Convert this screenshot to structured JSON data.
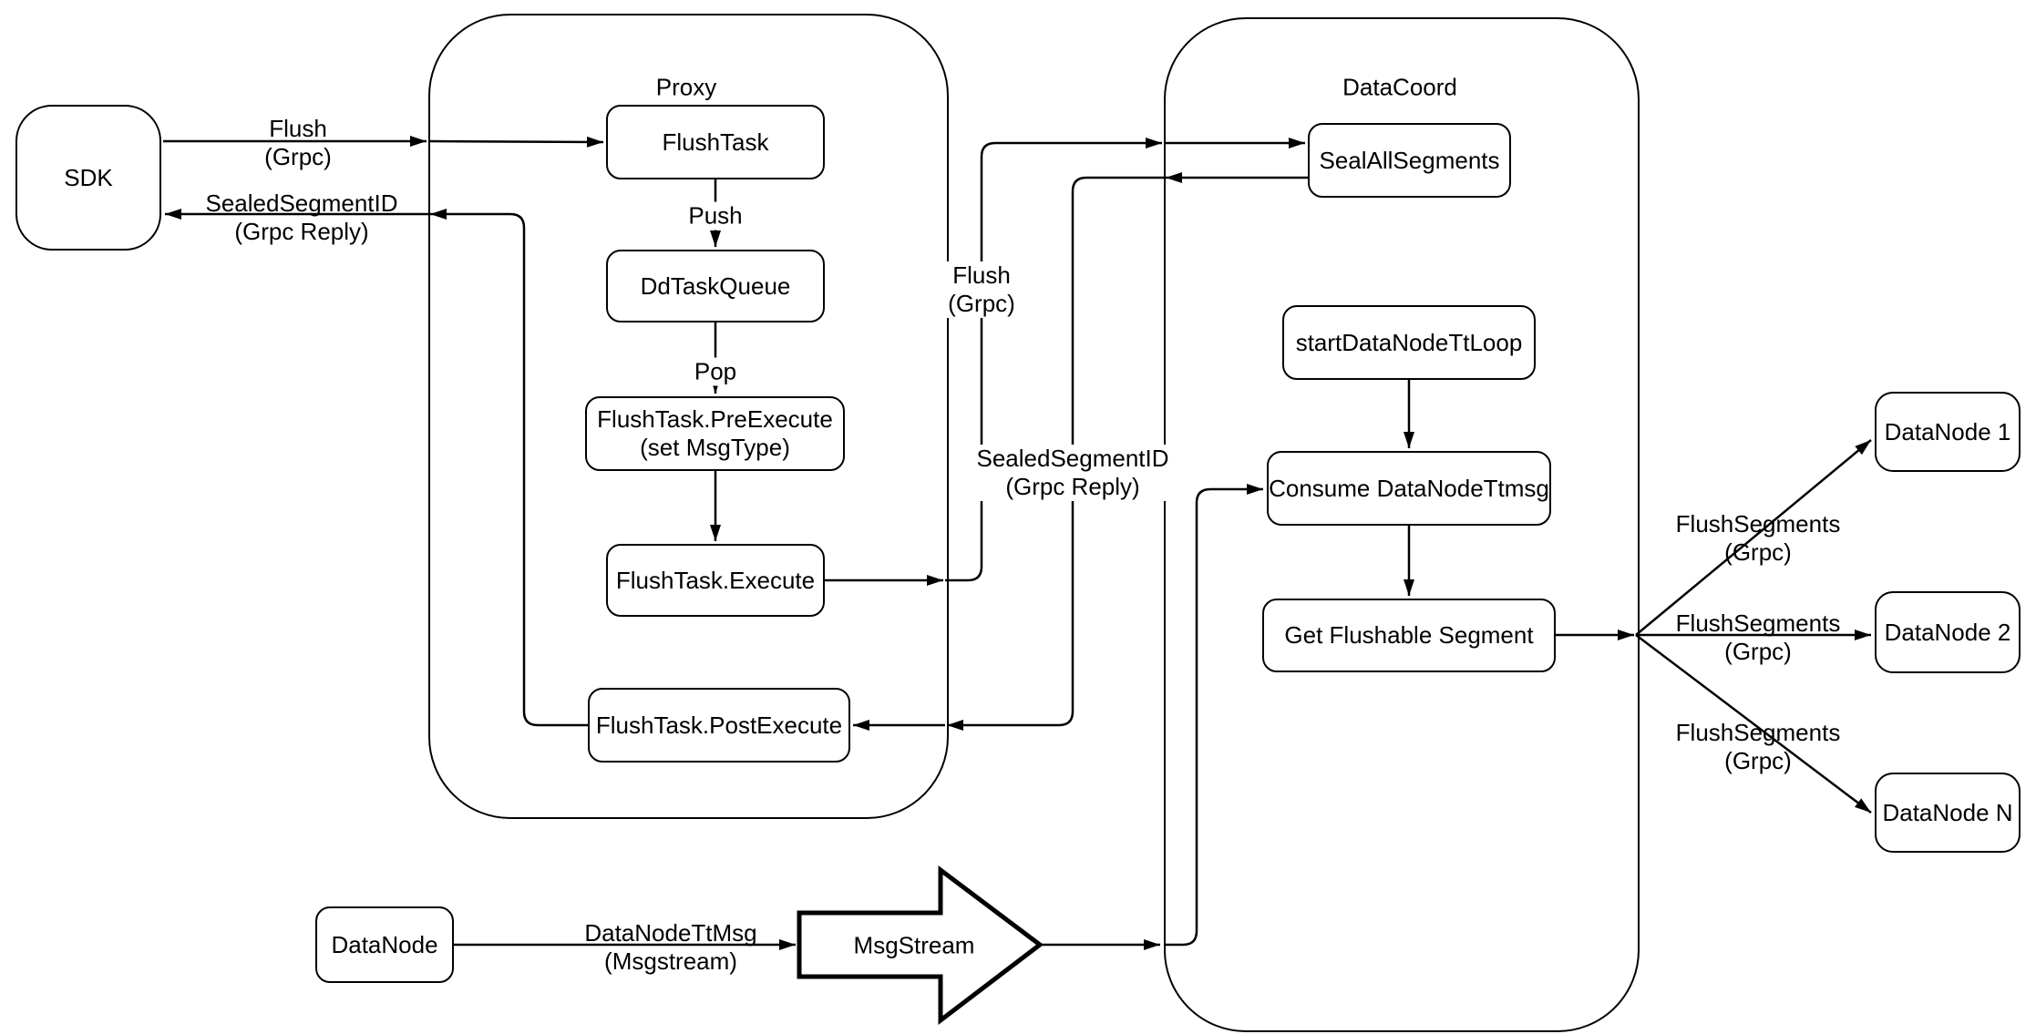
{
  "diagram": {
    "colors": {
      "stroke": "#000000",
      "background": "#ffffff"
    },
    "containers": {
      "proxy": {
        "title": "Proxy"
      },
      "datacoord": {
        "title": "DataCoord"
      }
    },
    "nodes": {
      "sdk": {
        "label": "SDK"
      },
      "flush_task": {
        "label": "FlushTask"
      },
      "dd_task_queue": {
        "label": "DdTaskQueue"
      },
      "pre_execute": {
        "line1": "FlushTask.PreExecute",
        "line2": "(set MsgType)"
      },
      "execute": {
        "label": "FlushTask.Execute"
      },
      "post_execute": {
        "label": "FlushTask.PostExecute"
      },
      "seal_all_segments": {
        "label": "SealAllSegments"
      },
      "start_datanode_tt_loop": {
        "label": "startDataNodeTtLoop"
      },
      "consume_datanode_ttmsg": {
        "label": "Consume DataNodeTtmsg"
      },
      "get_flushable_segment": {
        "label": "Get Flushable Segment"
      },
      "datanode_source": {
        "label": "DataNode"
      },
      "msgstream": {
        "label": "MsgStream"
      },
      "datanode_1": {
        "label": "DataNode 1"
      },
      "datanode_2": {
        "label": "DataNode 2"
      },
      "datanode_n": {
        "label": "DataNode N"
      }
    },
    "edge_labels": {
      "flush_sdk": {
        "line1": "Flush",
        "line2": "(Grpc)"
      },
      "sealed_sdk": {
        "line1": "SealedSegmentID",
        "line2": "(Grpc Reply)"
      },
      "flush_mid": {
        "line1": "Flush",
        "line2": "(Grpc)"
      },
      "sealed_mid": {
        "line1": "SealedSegmentID",
        "line2": "(Grpc Reply)"
      },
      "push": {
        "label": "Push"
      },
      "pop": {
        "label": "Pop"
      },
      "datanode_ttmsg": {
        "line1": "DataNodeTtMsg",
        "line2": "(Msgstream)"
      },
      "flush_segments_1": {
        "line1": "FlushSegments",
        "line2": "(Grpc)"
      },
      "flush_segments_2": {
        "line1": "FlushSegments",
        "line2": "(Grpc)"
      },
      "flush_segments_3": {
        "line1": "FlushSegments",
        "line2": "(Grpc)"
      }
    }
  }
}
